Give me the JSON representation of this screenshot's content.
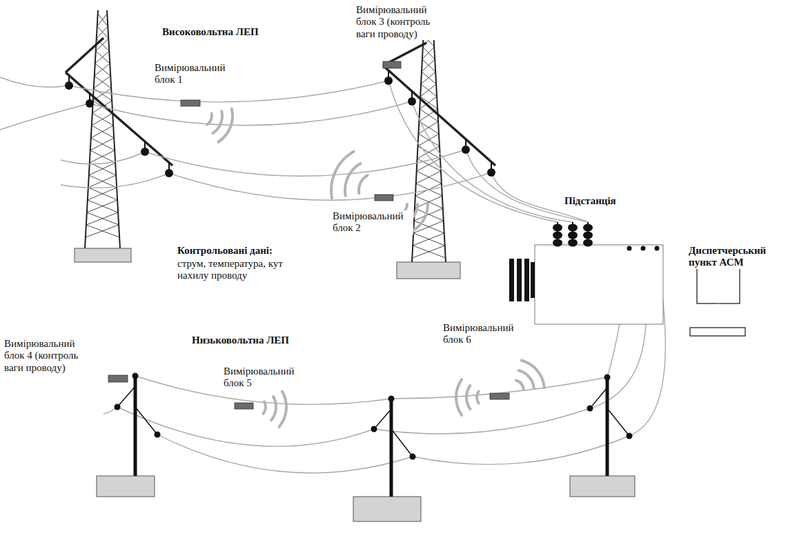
{
  "diagram": {
    "labels": [
      "Вимірювальний блок 3 (контроль ваги проводу)",
      "Високовольтна ЛЕП",
      "Вимірювальний блок 1",
      "Вимірювальний блок 2",
      "Підстанція",
      "Контрольовані дані:",
      "струм, температура, кут нахилу проводу",
      "Диспетчерський пункт АСМ",
      "Вимірювальний блок 4 (контроль ваги проводу)",
      "Низьковольтна ЛЕП",
      "Вимірювальний блок 5",
      "Вимірювальний блок 6"
    ]
  }
}
